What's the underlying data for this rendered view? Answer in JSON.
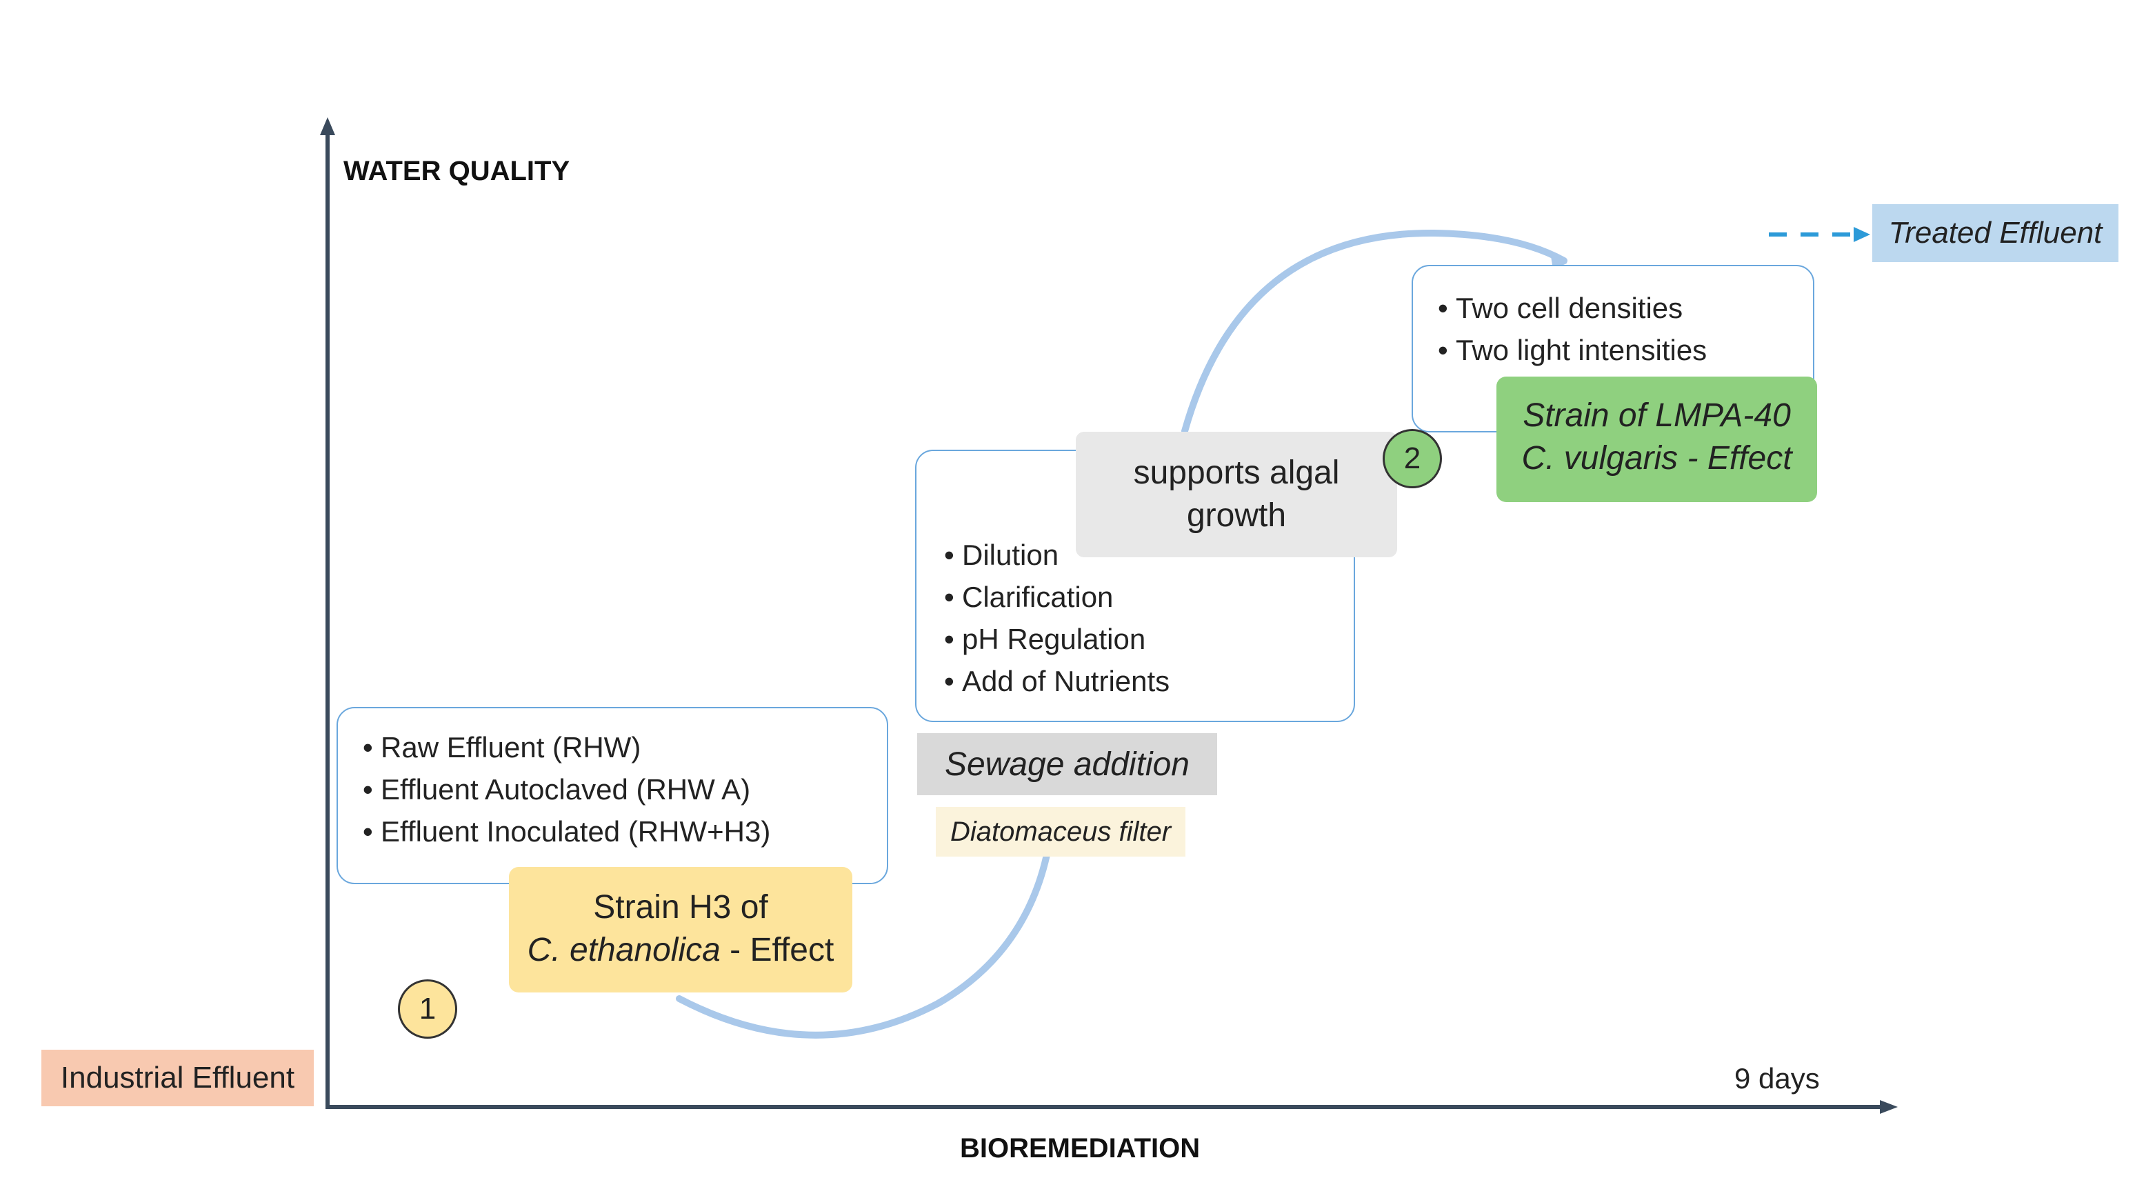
{
  "axes": {
    "y_label": "WATER QUALITY",
    "x_label": "BIOREMEDIATION",
    "x_end_label": "9 days"
  },
  "start_tag": "Industrial Effluent",
  "end_tag": "Treated Effluent",
  "stage1": {
    "number": "1",
    "items": [
      "Raw Effluent (RHW)",
      "Effluent Autoclaved (RHW A)",
      "Effluent Inoculated (RHW+H3)"
    ],
    "strain_line1": "Strain H3 of",
    "strain_species": "C. ethanolica",
    "strain_suffix": " - Effect"
  },
  "middle": {
    "sewage_label": "Sewage addition",
    "filter_label": "Diatomaceus filter",
    "supports_label": "supports algal growth",
    "items": [
      "Dilution",
      "Clarification",
      "pH Regulation",
      "Add of Nutrients"
    ]
  },
  "stage2": {
    "number": "2",
    "items": [
      "Two cell densities",
      "Two light intensities"
    ],
    "strain_line1": "Strain of LMPA-40",
    "strain_line2": "C. vulgaris - Effect"
  },
  "colors": {
    "axis": "#3a4a5c",
    "curve": "#a9c8ea",
    "box_border": "#6aa7dd",
    "industrial_bg": "#f8c9b0",
    "treated_bg": "#bcd8ef",
    "stage1_fill": "#fde49c",
    "stage2_fill": "#8fd07f",
    "sewage_bg": "#d9d9d9",
    "supports_bg": "#e8e8e8",
    "filter_bg": "#fbf3dc"
  }
}
